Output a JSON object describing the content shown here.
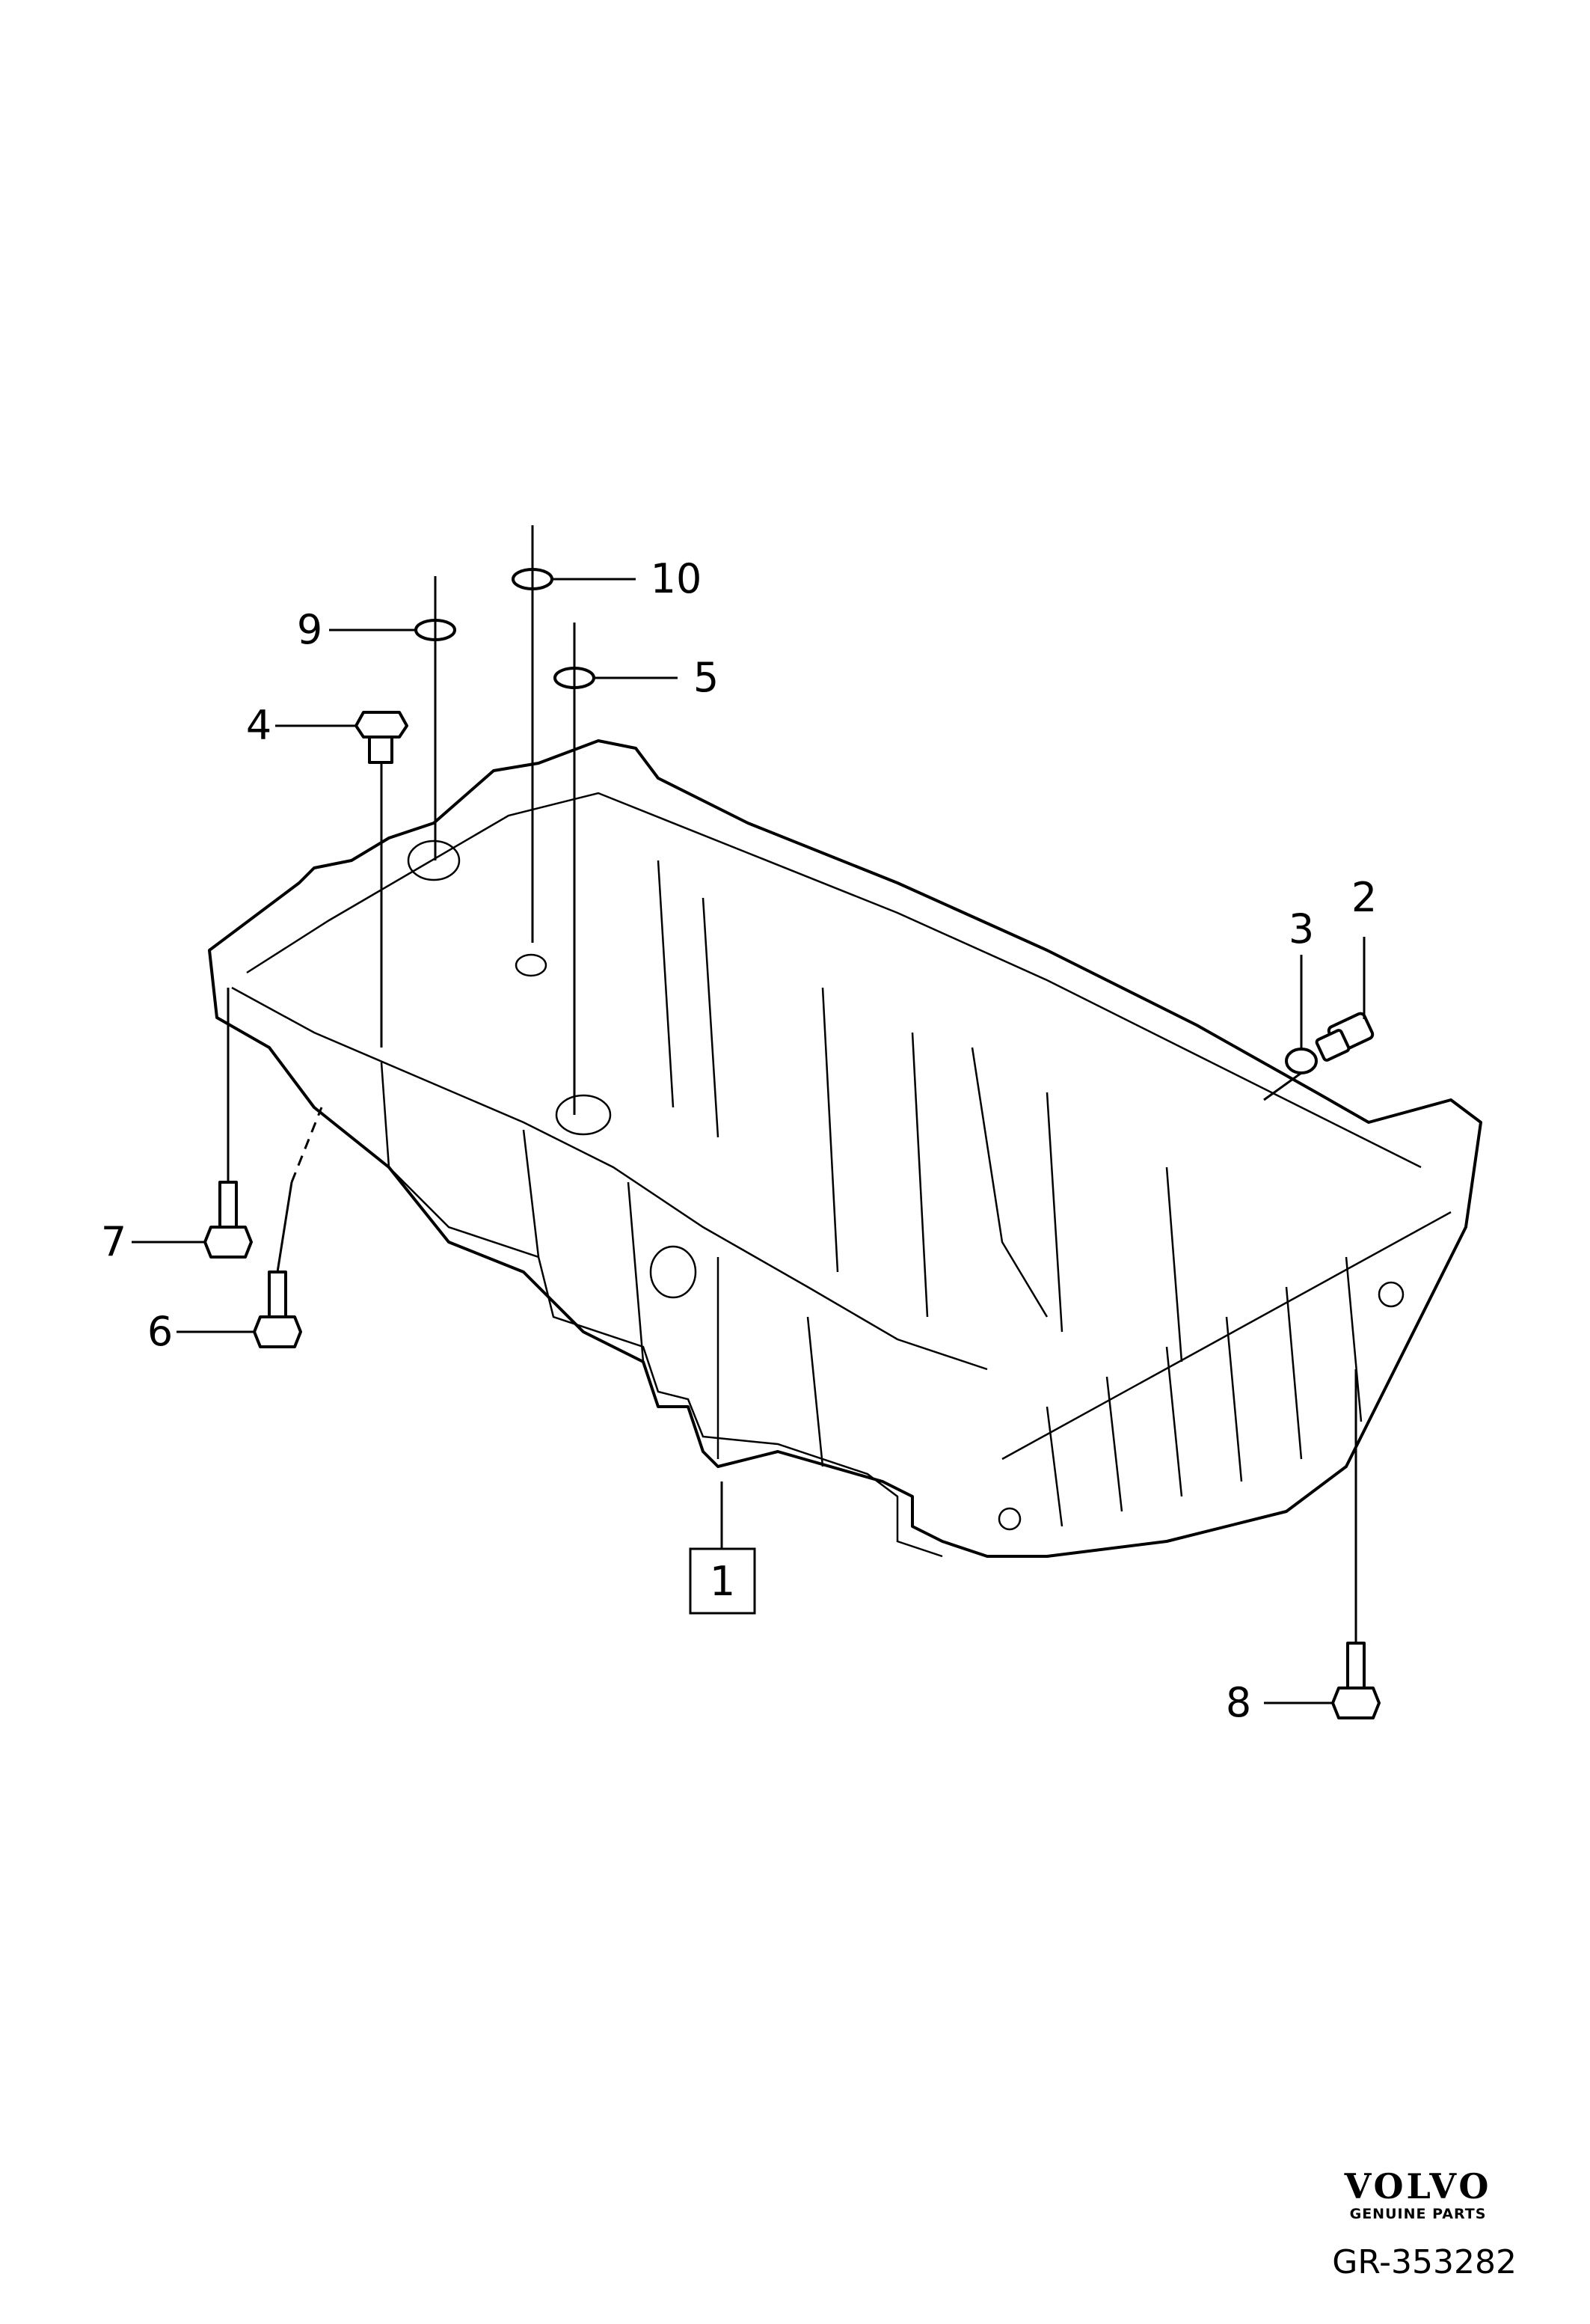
{
  "callouts": {
    "c1": "1",
    "c2": "2",
    "c3": "3",
    "c4": "4",
    "c5": "5",
    "c6": "6",
    "c7": "7",
    "c8": "8",
    "c9": "9",
    "c10": "10"
  },
  "brand": {
    "logo": "VOLVO",
    "tagline": "GENUINE PARTS"
  },
  "diagram_code": "GR-353282"
}
